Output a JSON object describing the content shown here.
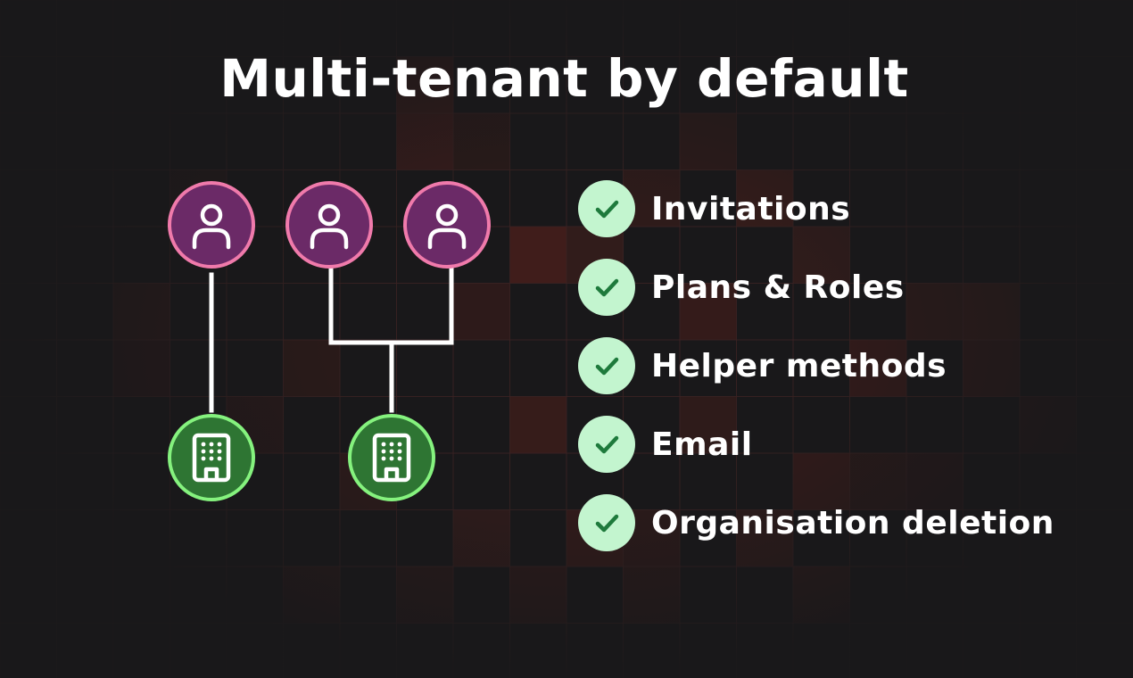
{
  "title": "Multi-tenant by default",
  "diagram": {
    "users": [
      {
        "icon": "user-icon"
      },
      {
        "icon": "user-icon"
      },
      {
        "icon": "user-icon"
      }
    ],
    "organisations": [
      {
        "icon": "building-icon"
      },
      {
        "icon": "building-icon"
      }
    ]
  },
  "features": [
    {
      "label": "Invitations",
      "icon": "check-icon"
    },
    {
      "label": "Plans & Roles",
      "icon": "check-icon"
    },
    {
      "label": "Helper methods",
      "icon": "check-icon"
    },
    {
      "label": "Email",
      "icon": "check-icon"
    },
    {
      "label": "Organisation deletion",
      "icon": "check-icon"
    }
  ],
  "colors": {
    "background": "#19181a",
    "grid_line": "#3a2222",
    "grid_highlight": "#4a1f1b",
    "user_fill": "#6b2a67",
    "user_stroke": "#f07aab",
    "org_fill": "#2e7533",
    "org_stroke": "#85f27e",
    "check_badge": "#c3f5cf",
    "check_mark": "#1e7a3c",
    "connector": "#ffffff",
    "text": "#ffffff"
  }
}
